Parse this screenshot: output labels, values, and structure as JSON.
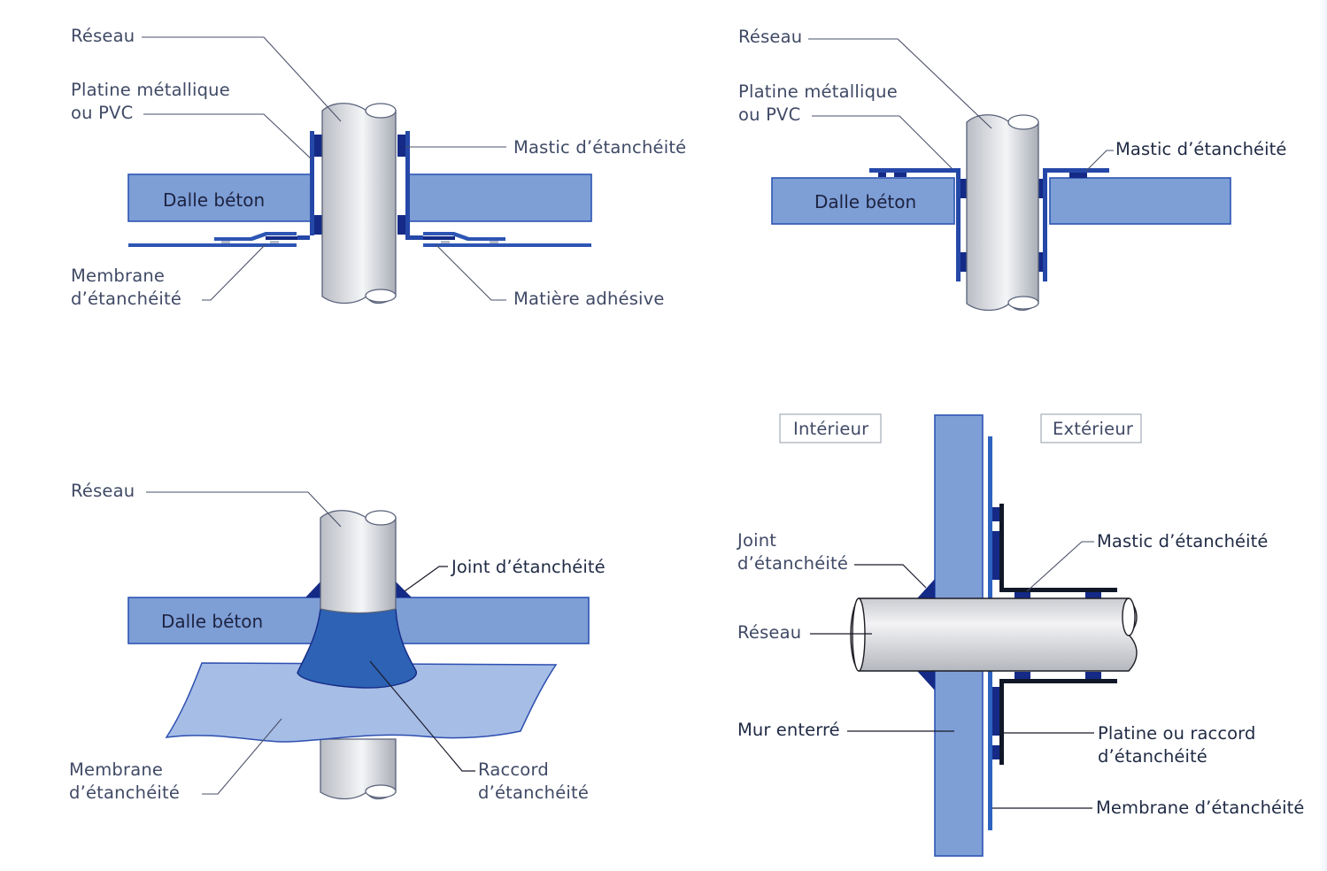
{
  "colors": {
    "concrete": "#7e9ed6",
    "concrete_edge": "#2d55b4",
    "plate": "#2548a8",
    "plate_dark": "#142a86",
    "membrane": "#a6bde6",
    "fitting": "#2d62b4",
    "pipe": "#cfd1d6",
    "label_text": "#404a66"
  },
  "diagrams": [
    {
      "id": "slab-plate-under-membrane",
      "labels": {
        "reseau": "Réseau",
        "platine_line1": "Platine métallique",
        "platine_line2": "ou PVC",
        "mastic": "Mastic d’étanchéité",
        "dalle": "Dalle béton",
        "membrane_line1": "Membrane",
        "membrane_line2": "d’étanchéité",
        "matiere": "Matière adhésive"
      }
    },
    {
      "id": "slab-plate-top",
      "labels": {
        "reseau": "Réseau",
        "platine_line1": "Platine métallique",
        "platine_line2": "ou PVC",
        "mastic": "Mastic d’étanchéité",
        "dalle": "Dalle béton"
      }
    },
    {
      "id": "slab-fitting-membrane",
      "labels": {
        "reseau": "Réseau",
        "joint": "Joint d’étanchéité",
        "dalle": "Dalle béton",
        "membrane_line1": "Membrane",
        "membrane_line2": "d’étanchéité",
        "raccord_line1": "Raccord",
        "raccord_line2": "d’étanchéité"
      }
    },
    {
      "id": "buried-wall",
      "labels": {
        "interieur": "Intérieur",
        "exterieur": "Extérieur",
        "joint_line1": "Joint",
        "joint_line2": "d’étanchéité",
        "mastic": "Mastic d’étanchéité",
        "reseau": "Réseau",
        "mur": "Mur enterré",
        "platine_line1": "Platine ou raccord",
        "platine_line2": "d’étanchéité",
        "membrane": "Membrane d’étanchéité"
      }
    }
  ]
}
